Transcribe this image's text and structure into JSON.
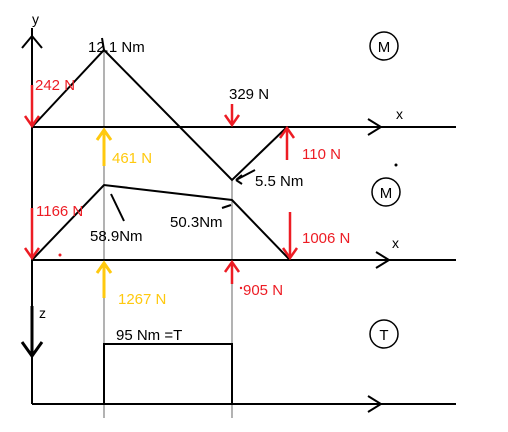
{
  "axes": {
    "y_label": "y",
    "z_label": "z",
    "x_label_top": "x",
    "x_label_mid": "x"
  },
  "badges": {
    "m_top": "M",
    "m_mid": "M",
    "t_bottom": "T"
  },
  "labels": {
    "moment_max_top": "12.1 Nm",
    "force_242": "242 N",
    "force_329": "329 N",
    "force_461": "461 N",
    "force_110": "110 N",
    "moment_5_5": "5.5 Nm",
    "force_1166": "1166 N",
    "moment_58_9": "58.9Nm",
    "moment_50_3": "50.3Nm",
    "force_1006": "1006 N",
    "force_1267": "1267 N",
    "force_905": "905 N",
    "torque": "95 Nm =T"
  },
  "colors": {
    "red": "#ed1c24",
    "yellow": "#ffc90e",
    "black": "#000000"
  }
}
